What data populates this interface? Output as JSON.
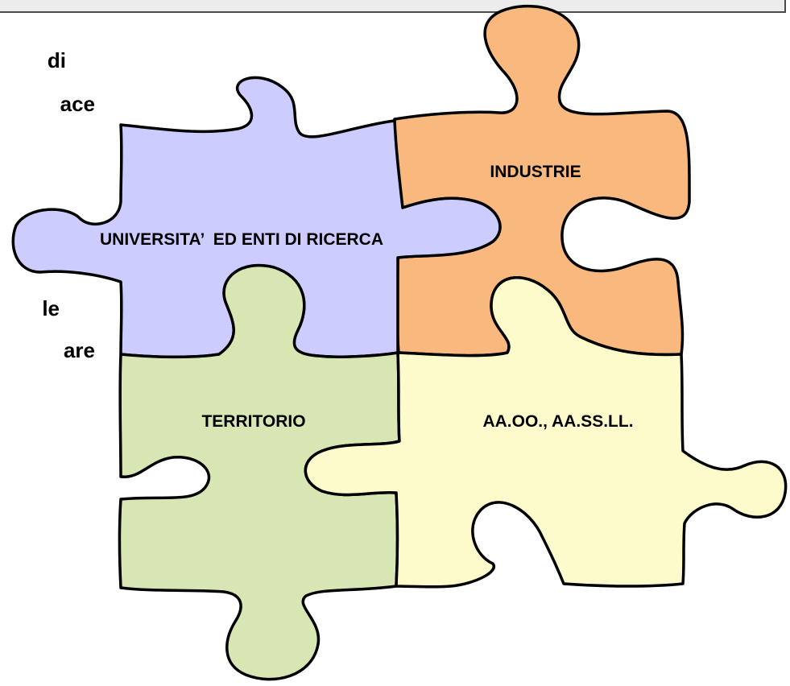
{
  "side_text": [
    {
      "text": "di"
    },
    {
      "text": "ace"
    },
    {
      "text": "le"
    },
    {
      "text": "are"
    }
  ],
  "pieces": {
    "universita": {
      "label": "UNIVERSITA’  ED ENTI DI RICERCA",
      "color": "#ccccff"
    },
    "industrie": {
      "label": "INDUSTRIE",
      "color": "#f9b87e"
    },
    "territorio": {
      "label": "TERRITORIO",
      "color": "#d7e6b3"
    },
    "aziende": {
      "label": "AA.OO., AA.SS.LL.",
      "color": "#fdfbcc"
    }
  },
  "colors": {
    "outline": "#000000",
    "top_box": "#ececec"
  }
}
